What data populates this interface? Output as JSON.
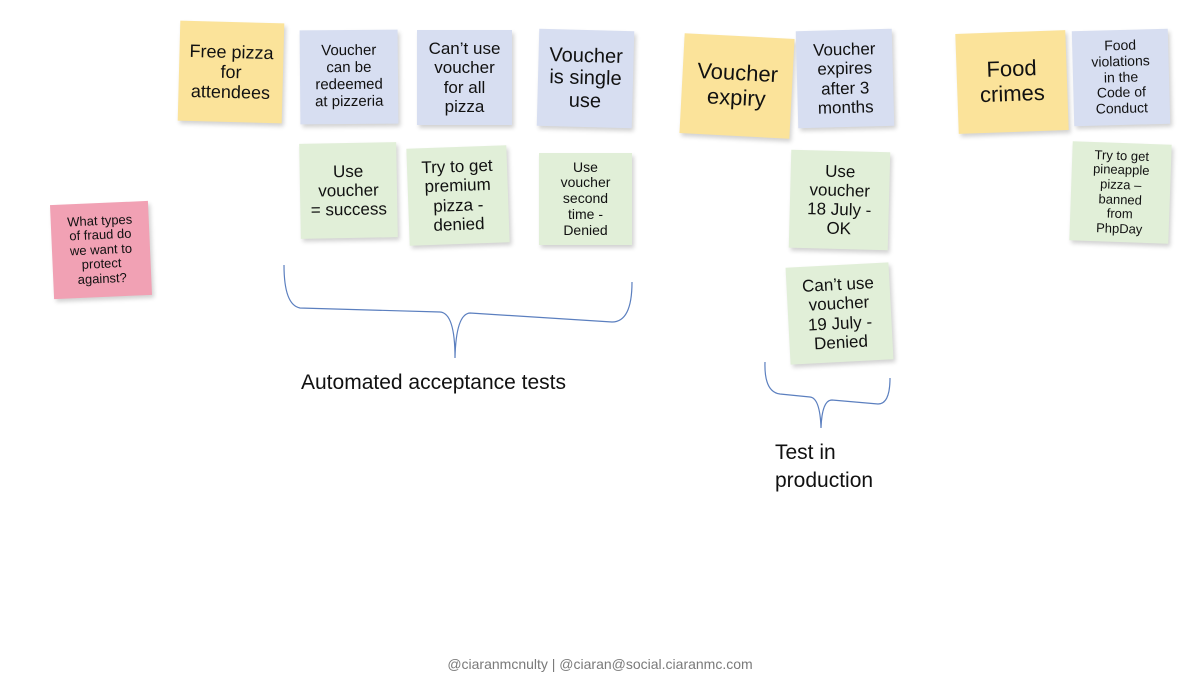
{
  "notes": {
    "free_pizza": "Free pizza\nfor\nattendees",
    "redeemed_pizzeria": "Voucher\ncan be\nredeemed\nat pizzeria",
    "cant_use_all": "Can’t use\nvoucher\nfor all\npizza",
    "single_use": "Voucher\nis single\nuse",
    "voucher_expiry": "Voucher\nexpiry",
    "expires_3_months": "Voucher\nexpires\nafter 3\nmonths",
    "food_crimes": "Food\ncrimes",
    "food_violations": "Food\nviolations\nin the\nCode of\nConduct",
    "use_success": "Use\nvoucher\n= success",
    "premium_denied": "Try to get\npremium\npizza -\ndenied",
    "second_time_denied": "Use\nvoucher\nsecond\ntime -\nDenied",
    "july18_ok": "Use\nvoucher\n18 July -\nOK",
    "july19_denied": "Can’t use\nvoucher\n19 July -\nDenied",
    "pineapple_banned": "Try to get\npineapple\npizza –\nbanned\nfrom\nPhpDay",
    "fraud_question": "What types\nof fraud do\nwe want to\nprotect\nagainst?"
  },
  "labels": {
    "automated": "Automated acceptance tests",
    "production": "Test in\nproduction"
  },
  "footer": "@ciaranmcnulty | @ciaran@social.ciaranmc.com",
  "colors": {
    "yellow": "#fbe39a",
    "blue": "#d7def1",
    "green": "#e1efd8",
    "pink": "#f1a1b4",
    "brace": "#5b7fbf"
  }
}
